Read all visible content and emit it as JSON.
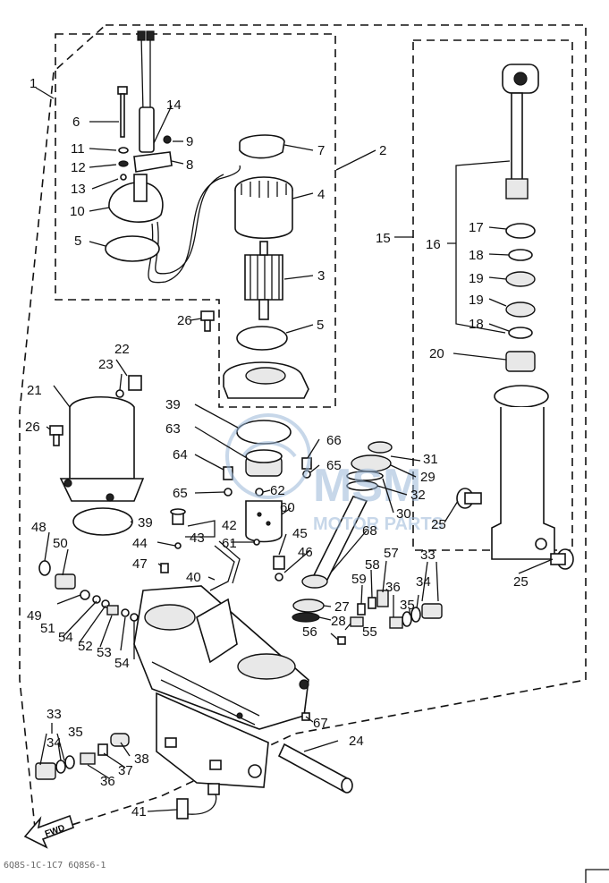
{
  "watermark": {
    "brand": "MOTOR PARTS",
    "colors": {
      "watermark": "#9ab8d8"
    }
  },
  "fwd_label": "FWD",
  "footer_code": "6Q8S-1C-1C7 6Q8S6-1",
  "part_numbers": [
    "1",
    "2",
    "3",
    "4",
    "5",
    "6",
    "7",
    "8",
    "9",
    "10",
    "11",
    "12",
    "13",
    "14",
    "15",
    "16",
    "17",
    "18",
    "19",
    "20",
    "21",
    "22",
    "23",
    "24",
    "25",
    "26",
    "27",
    "28",
    "29",
    "30",
    "31",
    "32",
    "33",
    "34",
    "35",
    "36",
    "37",
    "38",
    "39",
    "40",
    "41",
    "42",
    "43",
    "44",
    "45",
    "46",
    "47",
    "48",
    "49",
    "50",
    "51",
    "52",
    "53",
    "54",
    "55",
    "56",
    "57",
    "58",
    "59",
    "60",
    "61",
    "62",
    "63",
    "64",
    "65",
    "66",
    "67",
    "68"
  ]
}
